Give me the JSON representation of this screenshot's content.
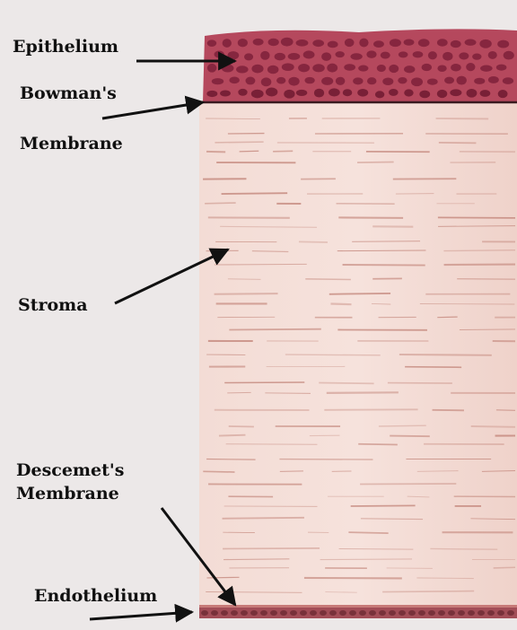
{
  "labels": {
    "epithelium": "Epithelium",
    "bowmans_line1": "Bowman's",
    "bowmans_line2": "Membrane",
    "stroma": "Stroma",
    "descemets_line1": "Descemet's",
    "descemets_line2": "Membrane",
    "endothelium": "Endothelium"
  },
  "colors": {
    "background": "#ece8e8",
    "stroma": "#f0d6cf",
    "stroma_streak": "#c98a80",
    "epithelium": "#b44a5e",
    "epithelium_cell": "#7a1f37",
    "endothelium": "#9c4a52",
    "arrow": "#111111"
  }
}
